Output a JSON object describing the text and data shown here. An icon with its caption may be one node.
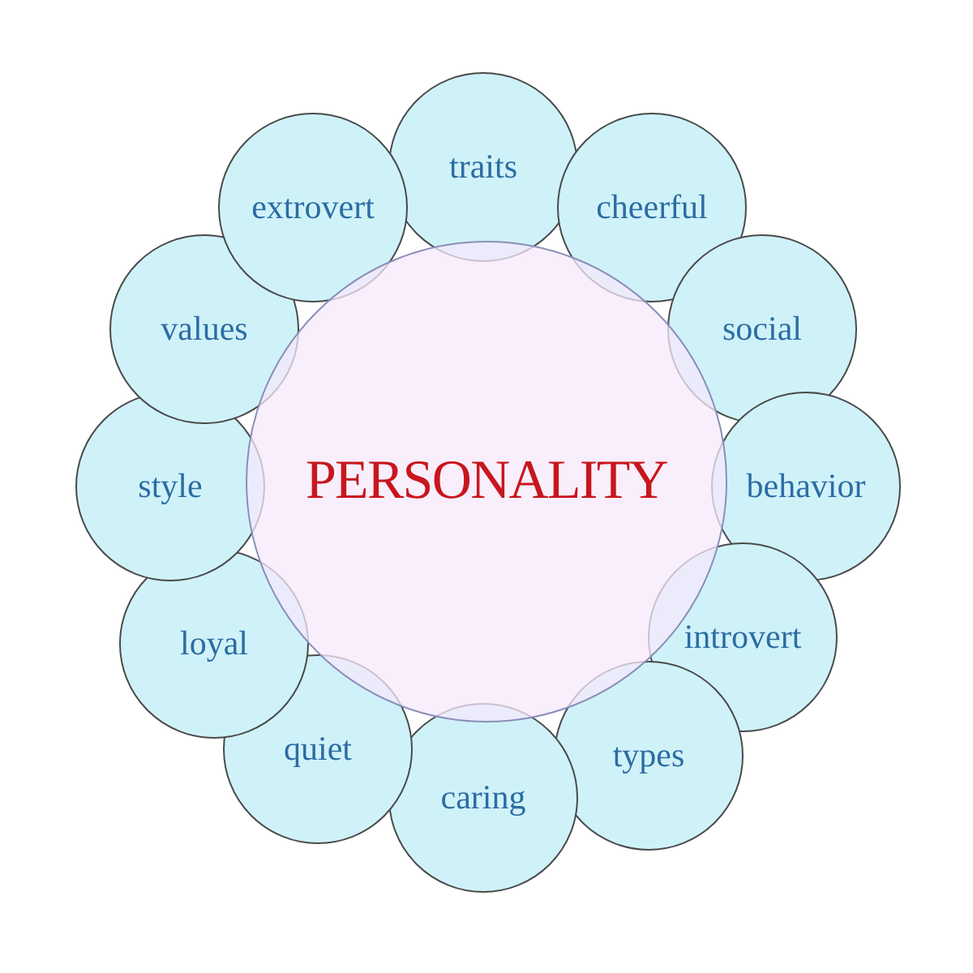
{
  "diagram": {
    "nodes": [
      {
        "text": [
          "PERSONALITY"
        ]
      },
      {
        "text": [
          "traits"
        ]
      },
      {
        "text": [
          "cheerful"
        ]
      },
      {
        "text": [
          "social"
        ]
      },
      {
        "text": [
          "behavior"
        ]
      },
      {
        "text": [
          "introvert"
        ]
      },
      {
        "text": [
          "types"
        ]
      },
      {
        "text": [
          "caring"
        ]
      },
      {
        "text": [
          "quiet"
        ]
      },
      {
        "text": [
          "loyal"
        ]
      },
      {
        "text": [
          "style"
        ]
      },
      {
        "text": [
          "values"
        ]
      },
      {
        "text": [
          "extrovert"
        ]
      }
    ]
  }
}
